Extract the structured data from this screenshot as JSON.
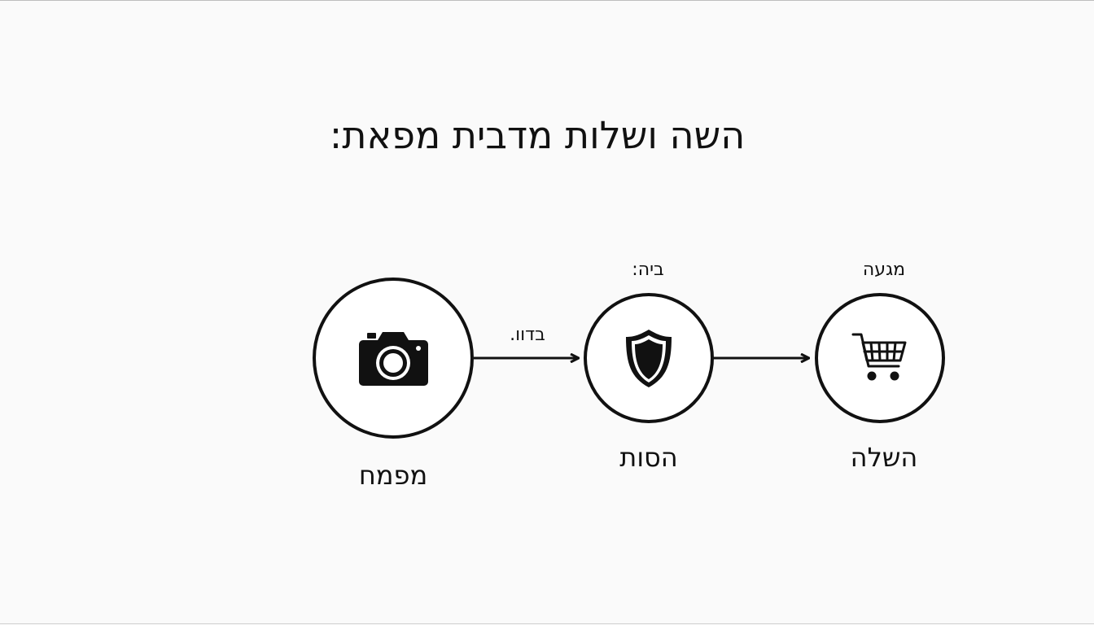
{
  "title": "השה ושלות מדבית מפאת:",
  "nodes": [
    {
      "icon": "camera-icon",
      "label": "מפמח",
      "top_label": ""
    },
    {
      "icon": "shield-icon",
      "label": "הסות",
      "top_label": "ביה:"
    },
    {
      "icon": "shopping-cart-icon",
      "label": "השלה",
      "top_label": "מגעה"
    }
  ],
  "edges": [
    {
      "from": 0,
      "to": 1,
      "label": "בדוו."
    },
    {
      "from": 1,
      "to": 2,
      "label": ""
    }
  ],
  "colors": {
    "background": "#fafafa",
    "stroke": "#111111"
  }
}
